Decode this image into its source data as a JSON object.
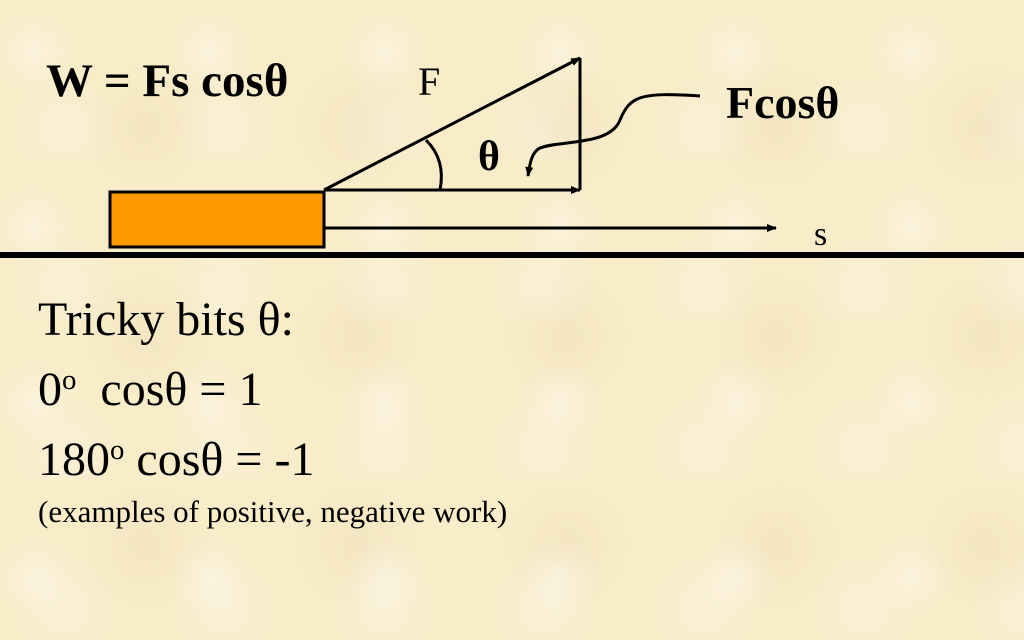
{
  "slide": {
    "formula": "W = Fs cosθ",
    "force_label": "F",
    "angle_label": "θ",
    "component_label": "Fcosθ",
    "displacement_label": "s",
    "tricky_title": "Tricky bits θ:",
    "rows": [
      {
        "angle": "0",
        "degree_sup": "o",
        "spacer": "  ",
        "result": "cosθ = 1"
      },
      {
        "angle": "180",
        "degree_sup": "o",
        "spacer": " ",
        "result": "cosθ = -1"
      }
    ],
    "note": "(examples of positive, negative work)"
  },
  "colors": {
    "block_fill": "#ff9900",
    "background": "#f8ecc9",
    "ink": "#000000"
  }
}
